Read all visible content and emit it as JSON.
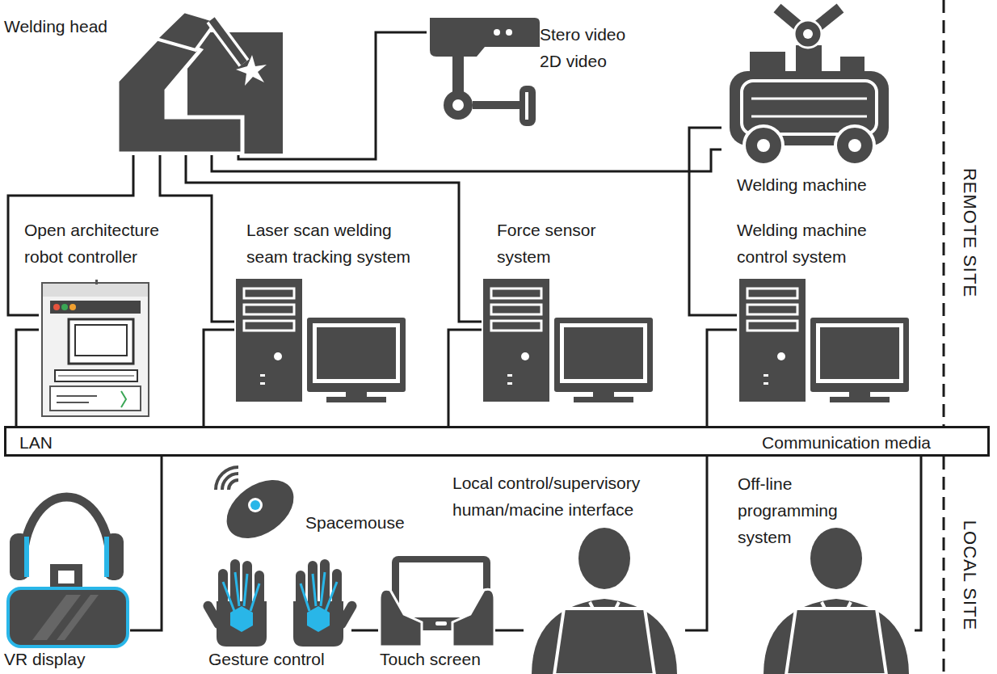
{
  "diagram": {
    "nodes": [
      {
        "text": [
          "Welding head"
        ]
      },
      {
        "text": [
          "Stero video 2D video"
        ]
      },
      {
        "text": [
          "Welding machine"
        ]
      },
      {
        "text": [
          "Open architecture robot controller"
        ]
      },
      {
        "text": [
          "Laser scan welding seam tracking system"
        ]
      },
      {
        "text": [
          "Force sensor system"
        ]
      },
      {
        "text": [
          "Welding machine control system"
        ]
      },
      {
        "text": [
          "LAN",
          "Communication media"
        ]
      },
      {
        "text": [
          "VR display"
        ]
      },
      {
        "text": [
          "Spacemouse"
        ]
      },
      {
        "text": [
          "Gesture control"
        ]
      },
      {
        "text": [
          "Touch screen"
        ]
      },
      {
        "text": [
          "Local control/supervisory human/macine interface"
        ]
      },
      {
        "text": [
          "Off-line programming system"
        ]
      }
    ],
    "edges": [
      {
        "from": 0,
        "to": 1,
        "arrow": "none"
      },
      {
        "from": 0,
        "to": 2,
        "arrow": "none"
      },
      {
        "from": 0,
        "to": 3,
        "arrow": "none"
      },
      {
        "from": 0,
        "to": 4,
        "arrow": "none"
      },
      {
        "from": 0,
        "to": 5,
        "arrow": "none"
      },
      {
        "from": 2,
        "to": 6,
        "arrow": "none"
      },
      {
        "from": 3,
        "to": 7,
        "arrow": "none"
      },
      {
        "from": 4,
        "to": 7,
        "arrow": "none"
      },
      {
        "from": 5,
        "to": 7,
        "arrow": "none"
      },
      {
        "from": 6,
        "to": 7,
        "arrow": "none"
      },
      {
        "from": 7,
        "to": 8,
        "arrow": "none"
      },
      {
        "from": 10,
        "to": 11,
        "arrow": "none"
      },
      {
        "from": 11,
        "to": 12,
        "arrow": "none"
      },
      {
        "from": 7,
        "to": 12,
        "arrow": "none"
      },
      {
        "from": 7,
        "to": 13,
        "arrow": "none"
      }
    ],
    "labels": [
      "REMOTE SITE",
      "LOCAL SITE"
    ]
  }
}
